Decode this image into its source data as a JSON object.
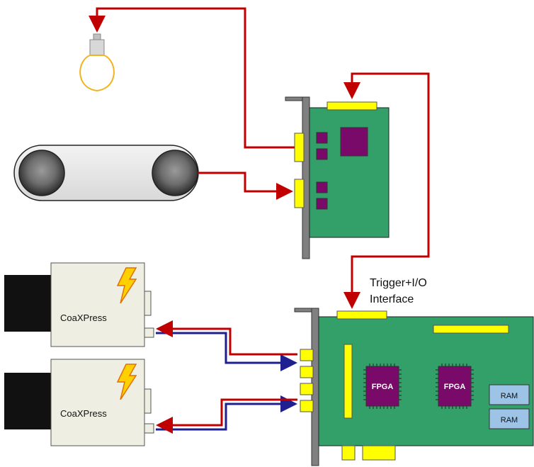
{
  "labels": {
    "trigger_line1": "Trigger+I/O",
    "trigger_line2": "Interface",
    "camera_top": "CoaXPress",
    "camera_bottom": "CoaXPress",
    "fpga_left": "FPGA",
    "fpga_right": "FPGA",
    "ram_top": "RAM",
    "ram_bottom": "RAM"
  },
  "colors": {
    "trigger_wire": "#c00000",
    "data_wire": "#1f1f8f",
    "pcb": "#33a06a",
    "connector": "#ffff00",
    "chip": "#7a0a6a",
    "ram": "#9dc3e6",
    "bracket": "#808080",
    "camera_body": "#efeee2",
    "lens": "#111111",
    "bulb_outline": "#f2b321"
  },
  "icons": {
    "bulb": "light-bulb-icon",
    "conveyor": "conveyor-belt-icon",
    "lightning": "lightning-bolt-icon"
  }
}
